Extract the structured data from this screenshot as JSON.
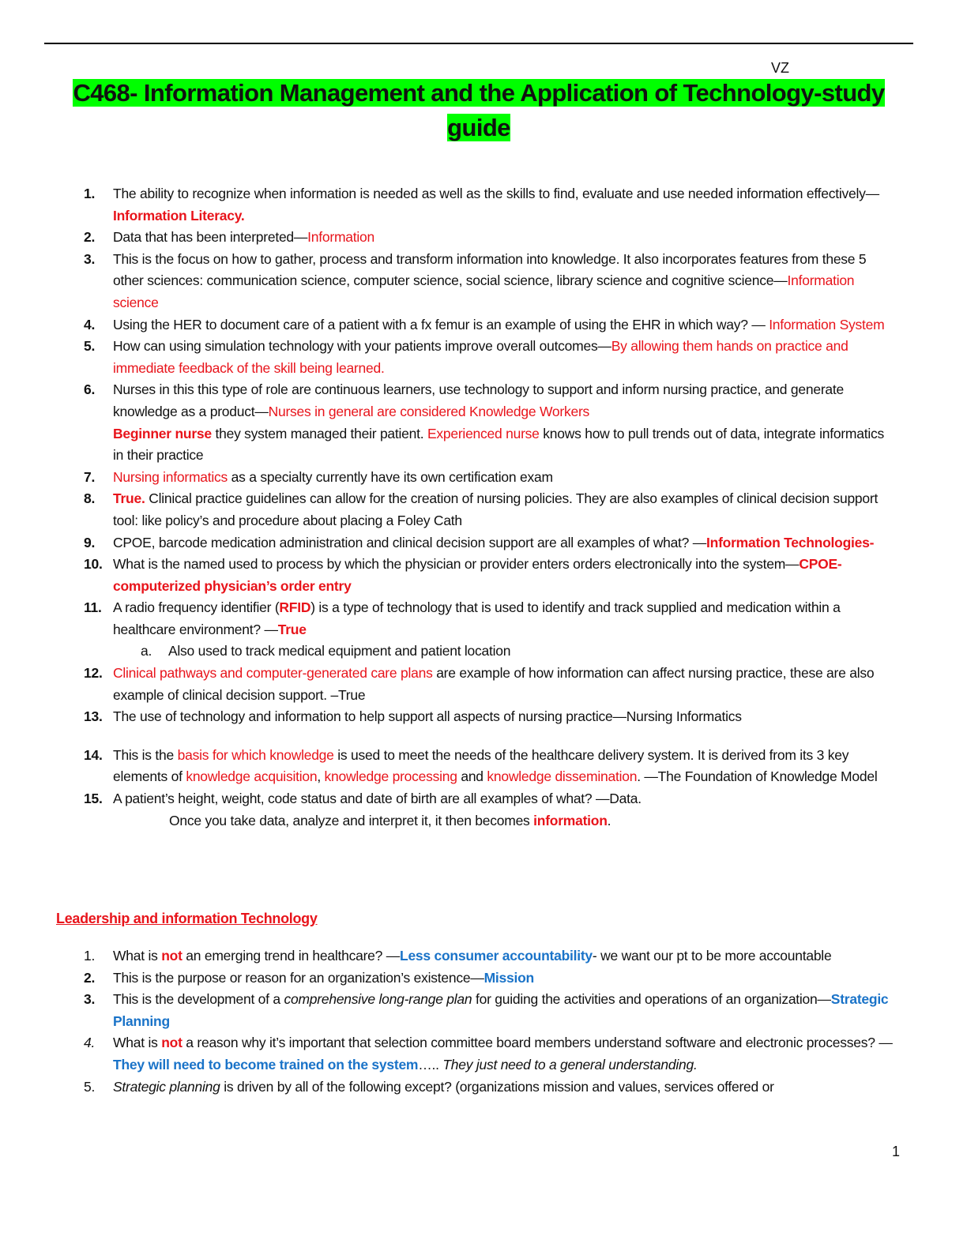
{
  "header": {
    "initials": "VZ",
    "title": "C468- Information Management and the Application of Technology-study guide"
  },
  "section1": [
    {
      "num": "1.",
      "segs": [
        {
          "t": "The ability to recognize when information is needed as well as the skills to find, evaluate and use needed information effectively—",
          "s": ""
        },
        {
          "t": "Information Literacy.",
          "s": "rb"
        }
      ]
    },
    {
      "num": "2.",
      "segs": [
        {
          "t": "Data that has been interpreted—",
          "s": ""
        },
        {
          "t": "Information",
          "s": "r"
        }
      ]
    },
    {
      "num": "3.",
      "segs": [
        {
          "t": "This is the focus on how to gather, process and transform information into knowledge. It also incorporates features from these 5 other sciences: communication science, computer science, social science, library science and cognitive science—",
          "s": ""
        },
        {
          "t": "Information science",
          "s": "r"
        }
      ]
    },
    {
      "num": "4.",
      "segs": [
        {
          "t": "Using the HER to document care of a patient with a fx femur is an example of using the EHR in which way? — ",
          "s": ""
        },
        {
          "t": "Information System",
          "s": "r"
        }
      ]
    },
    {
      "num": "5.",
      "segs": [
        {
          "t": "How can using simulation technology with your patients improve overall outcomes—",
          "s": ""
        },
        {
          "t": "By allowing them hands on practice and immediate feedback of the skill being learned.",
          "s": "r"
        }
      ]
    },
    {
      "num": "6.",
      "segs": [
        {
          "t": "Nurses in this this type of role are continuous learners, use technology to support and inform nursing practice, and generate knowledge as a product—",
          "s": ""
        },
        {
          "t": "Nurses in general are considered Knowledge Workers",
          "s": "r"
        },
        {
          "t": "\n",
          "s": "br"
        },
        {
          "t": "Beginner nurse",
          "s": "rb"
        },
        {
          "t": " they system managed their patient. ",
          "s": ""
        },
        {
          "t": "Experienced nurse",
          "s": "r"
        },
        {
          "t": " knows how to pull trends out of data, integrate informatics in their practice",
          "s": ""
        }
      ]
    },
    {
      "num": "7.",
      "segs": [
        {
          "t": "Nursing informatics",
          "s": "r"
        },
        {
          "t": " as a specialty currently have its own certification exam",
          "s": ""
        }
      ]
    },
    {
      "num": "8.",
      "segs": [
        {
          "t": "True.",
          "s": "rb"
        },
        {
          "t": " Clinical practice guidelines can allow for the creation of nursing policies. They are also examples of clinical decision support tool: like policy’s and procedure about placing a Foley Cath",
          "s": ""
        }
      ]
    },
    {
      "num": "9.",
      "segs": [
        {
          "t": "CPOE, barcode medication administration and clinical decision support are all examples of what? —",
          "s": ""
        },
        {
          "t": "Information Technologies-",
          "s": "rb"
        }
      ]
    },
    {
      "num": "10.",
      "segs": [
        {
          "t": "What is the named used to process by which the physician or provider enters orders electronically into the system—",
          "s": ""
        },
        {
          "t": "CPOE- computerized physician’s order entry",
          "s": "rb"
        }
      ]
    },
    {
      "num": "11.",
      "segs": [
        {
          "t": "A radio frequency identifier (",
          "s": ""
        },
        {
          "t": "RFID",
          "s": "rb"
        },
        {
          "t": ") is a type of technology that is used to identify and track supplied and medication within a healthcare environment? —",
          "s": ""
        },
        {
          "t": "True",
          "s": "rb"
        }
      ],
      "sub": {
        "num": "a.",
        "text": "Also used to track medical equipment and patient location"
      }
    },
    {
      "num": "12.",
      "segs": [
        {
          "t": "Clinical pathways and computer-generated care plans",
          "s": "r"
        },
        {
          "t": " are example of how information can affect nursing practice, these are also example of clinical decision support. –True",
          "s": ""
        }
      ]
    },
    {
      "num": "13.",
      "segs": [
        {
          "t": "The use of technology and information to help support all aspects of nursing practice—Nursing Informatics",
          "s": ""
        }
      ]
    },
    {
      "num": "14.",
      "gap": true,
      "segs": [
        {
          "t": "This is the ",
          "s": ""
        },
        {
          "t": "basis for which knowledge",
          "s": "r"
        },
        {
          "t": " is used to meet the needs of the healthcare delivery system. It is derived from its 3 key elements of ",
          "s": ""
        },
        {
          "t": "knowledge acquisition",
          "s": "r"
        },
        {
          "t": ", ",
          "s": ""
        },
        {
          "t": "knowledge processing",
          "s": "r"
        },
        {
          "t": " and ",
          "s": ""
        },
        {
          "t": "knowledge dissemination",
          "s": "r"
        },
        {
          "t": ". —The Foundation of Knowledge Model",
          "s": ""
        }
      ]
    },
    {
      "num": "15.",
      "segs": [
        {
          "t": "A patient’s height, weight, code status and date of birth are all examples of what? —Data.",
          "s": ""
        }
      ],
      "extra": [
        {
          "t": "Once you take data, analyze and interpret it, it then becomes ",
          "s": ""
        },
        {
          "t": "information",
          "s": "rb"
        },
        {
          "t": ".",
          "s": ""
        }
      ]
    }
  ],
  "section2_heading": "Leadership and information Technology",
  "section2": [
    {
      "num": "1.",
      "numStyle": "",
      "segs": [
        {
          "t": "What is ",
          "s": ""
        },
        {
          "t": "not",
          "s": "rb"
        },
        {
          "t": " an emerging trend in healthcare? —",
          "s": ""
        },
        {
          "t": "Less consumer accountability",
          "s": "b"
        },
        {
          "t": "- we want our pt to be more accountable",
          "s": ""
        }
      ]
    },
    {
      "num": "2.",
      "numStyle": "bold",
      "segs": [
        {
          "t": "This is the purpose or reason for an organization’s existence—",
          "s": ""
        },
        {
          "t": "Mission",
          "s": "b"
        }
      ]
    },
    {
      "num": "3.",
      "numStyle": "bold",
      "segs": [
        {
          "t": "This is the development of a ",
          "s": ""
        },
        {
          "t": "comprehensive long-range plan",
          "s": "i"
        },
        {
          "t": " for guiding the activities and operations of an organization—",
          "s": ""
        },
        {
          "t": "Strategic Planning",
          "s": "b"
        }
      ]
    },
    {
      "num": "4.",
      "numStyle": "it",
      "segs": [
        {
          "t": "What is ",
          "s": ""
        },
        {
          "t": "not",
          "s": "rb"
        },
        {
          "t": " a reason why it’s important that selection committee board members understand software and electronic processes? —",
          "s": ""
        },
        {
          "t": "They will need to become trained on the system",
          "s": "b"
        },
        {
          "t": "….. ",
          "s": ""
        },
        {
          "t": "They just need to a general understanding.",
          "s": "i"
        }
      ]
    },
    {
      "num": "5.",
      "numStyle": "",
      "segs": [
        {
          "t": "Strategic planning",
          "s": "i"
        },
        {
          "t": " is driven by all of the following except? (organizations mission and values, services offered or",
          "s": ""
        }
      ]
    }
  ],
  "footer": {
    "page_number": "1"
  }
}
